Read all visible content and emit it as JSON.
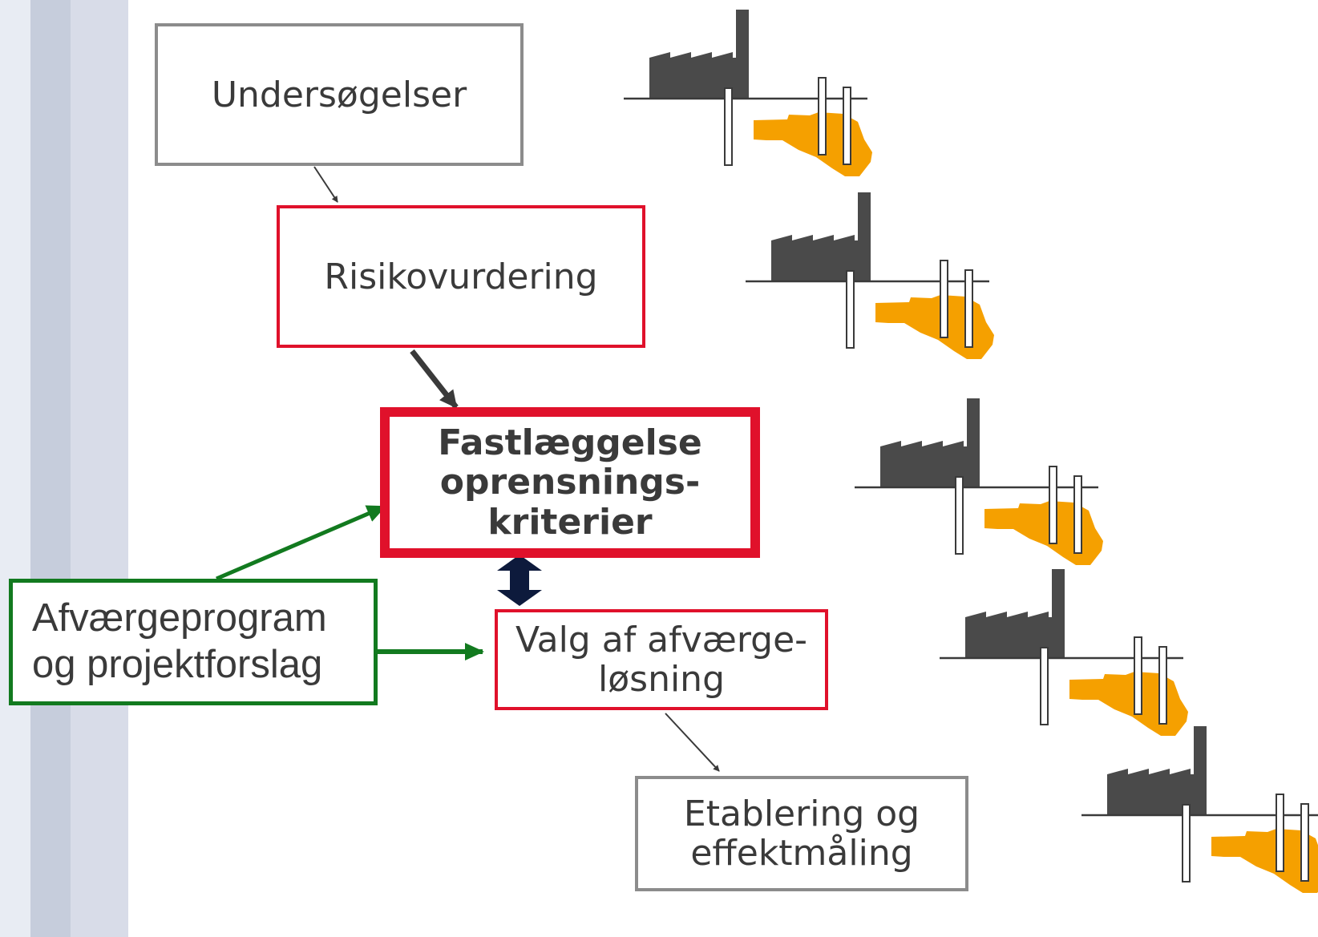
{
  "colors": {
    "neutral_border": "#8c8c8c",
    "risk_red": "#e0112b",
    "program_green": "#127a1f",
    "factory_gray": "#4a4a4a",
    "plume_orange": "#f5a000",
    "double_arrow_navy": "#0d1a3c",
    "sidebar_stripes": [
      "#e8ecf3",
      "#c6cddc",
      "#d8dce8"
    ]
  },
  "steps": {
    "investigations": "Undersøgelser",
    "risk_assessment": "Risikovurdering",
    "criteria": "Fastlæggelse\noprensnings-\nkriterier",
    "solution": "Valg af afværge-\nløsning",
    "establishment": "Etablering og\neffektmåling"
  },
  "program": {
    "label": "Afværgeprogram\nog projektforslag"
  },
  "icons": [
    "factory-icon",
    "contamination-plume-icon",
    "monitoring-well-icon"
  ]
}
